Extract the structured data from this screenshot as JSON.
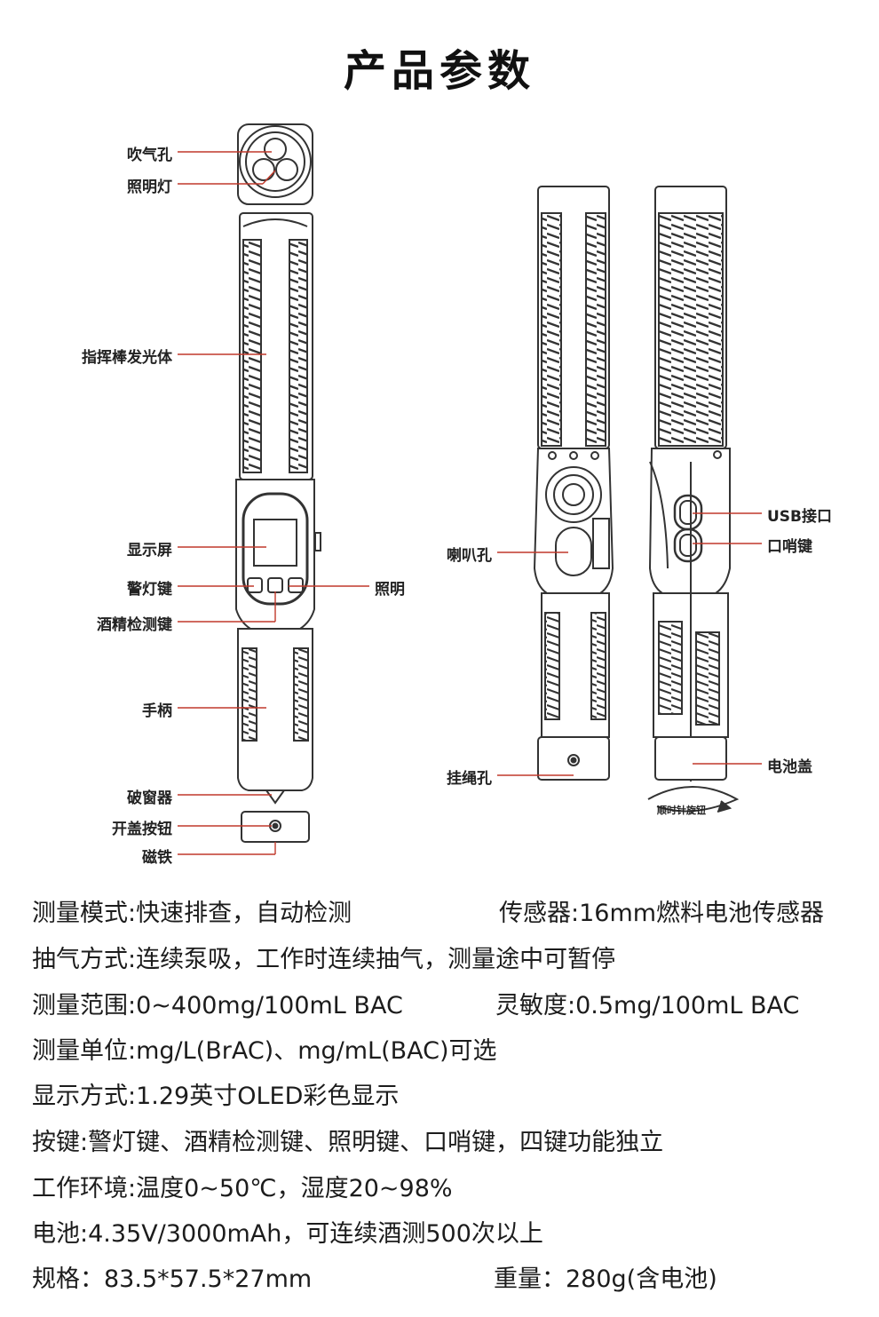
{
  "title": "产品参数",
  "labels": {
    "blow_hole": "吹气孔",
    "light": "照明灯",
    "glow_body": "指挥棒发光体",
    "screen": "显示屏",
    "alarm_key": "警灯键",
    "illum": "照明",
    "alcohol_key": "酒精检测键",
    "handle": "手柄",
    "breaker": "破窗器",
    "cap_button": "开盖按钮",
    "magnet": "磁铁",
    "speaker": "喇叭孔",
    "usb": "USB接口",
    "whistle": "口哨键",
    "lanyard": "挂绳孔",
    "battery_cover": "电池盖",
    "rotate": "顺时针旋钮"
  },
  "specs": [
    {
      "text": "测量模式:快速排查，自动检测",
      "right": "传感器:16mm燃料电池传感器"
    },
    {
      "text": "抽气方式:连续泵吸，工作时连续抽气，测量途中可暂停",
      "right": ""
    },
    {
      "text": "测量范围:0~400mg/100mL BAC",
      "right": "灵敏度:0.5mg/100mL BAC"
    },
    {
      "text": "测量单位:mg/L(BrAC)、mg/mL(BAC)可选",
      "right": ""
    },
    {
      "text": "显示方式:1.29英寸OLED彩色显示",
      "right": ""
    },
    {
      "text": "按键:警灯键、酒精检测键、照明键、口哨键，四键功能独立",
      "right": ""
    },
    {
      "text": "工作环境:温度0~50℃，湿度20~98%",
      "right": ""
    },
    {
      "text": "电池:4.35V/3000mAh，可连续酒测500次以上",
      "right": ""
    },
    {
      "text": "规格：83.5*57.5*27mm",
      "right": "重量：280g(含电池)"
    }
  ]
}
